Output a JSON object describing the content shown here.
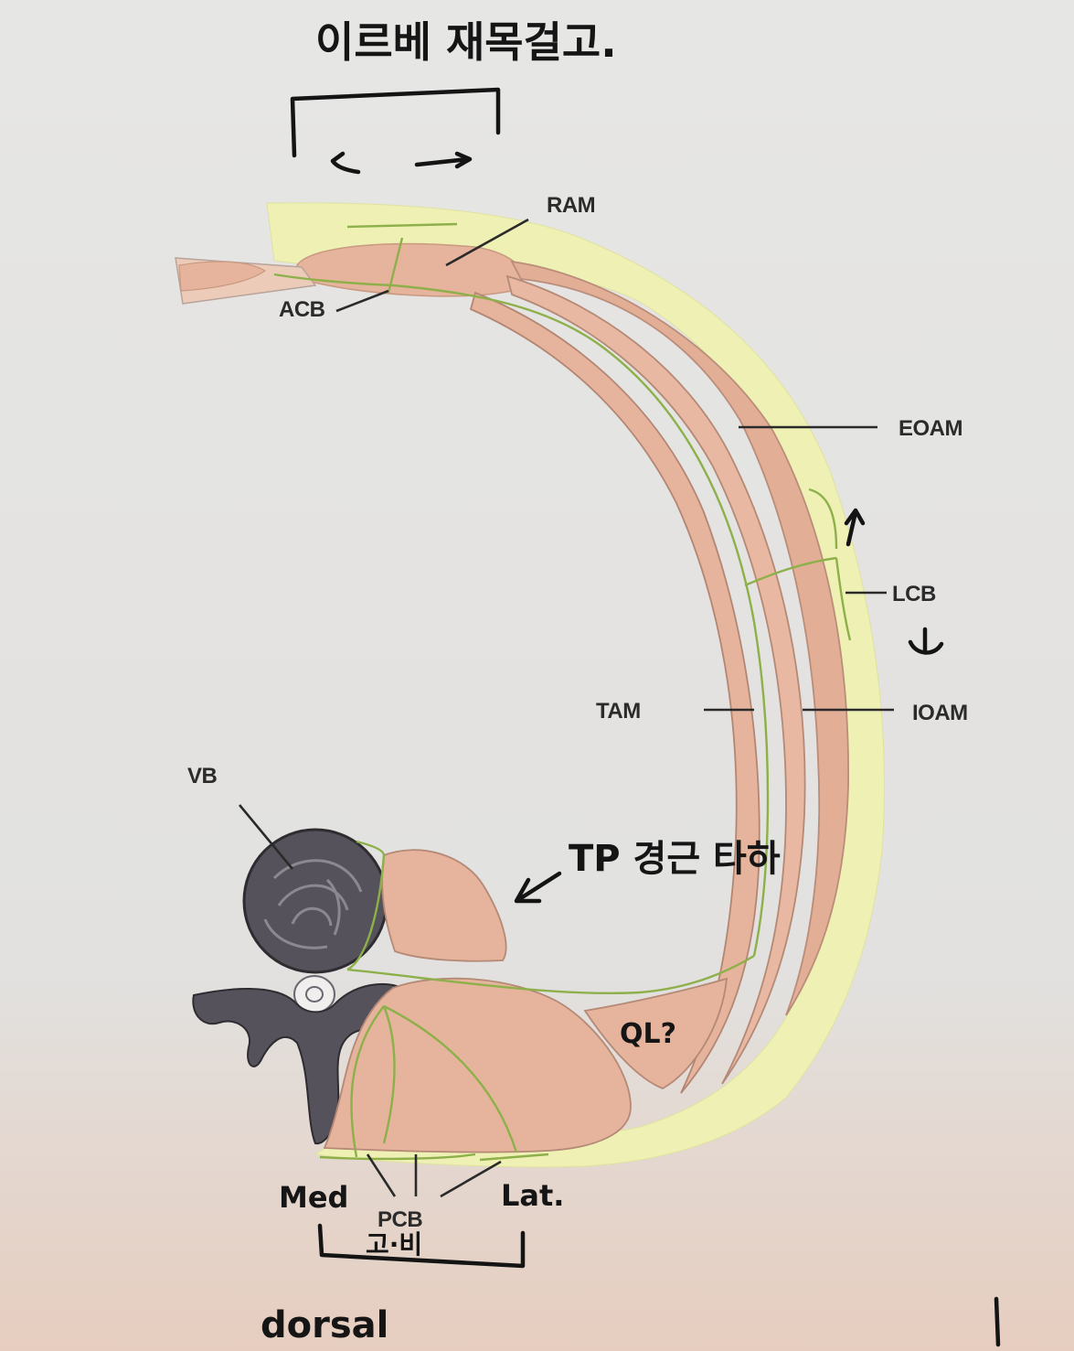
{
  "handwritten": {
    "title": "이르베 재목걸고.",
    "tp_note": "TP 경근 타하",
    "ql_note": "QL?",
    "med": "Med",
    "lat": "Lat.",
    "bracket_note": "고·비",
    "dorsal": "dorsal"
  },
  "labels": {
    "ram": "RAM",
    "acb": "ACB",
    "eoam": "EOAM",
    "lcb": "LCB",
    "tam": "TAM",
    "ioam": "IOAM",
    "vb": "VB",
    "pcb": "PCB"
  },
  "colors": {
    "subcutaneous": "#eef0b4",
    "muscle": "#e6b49c",
    "nerve": "#8db04a",
    "bone": "#57545c",
    "paper": "#e4e4e2"
  }
}
